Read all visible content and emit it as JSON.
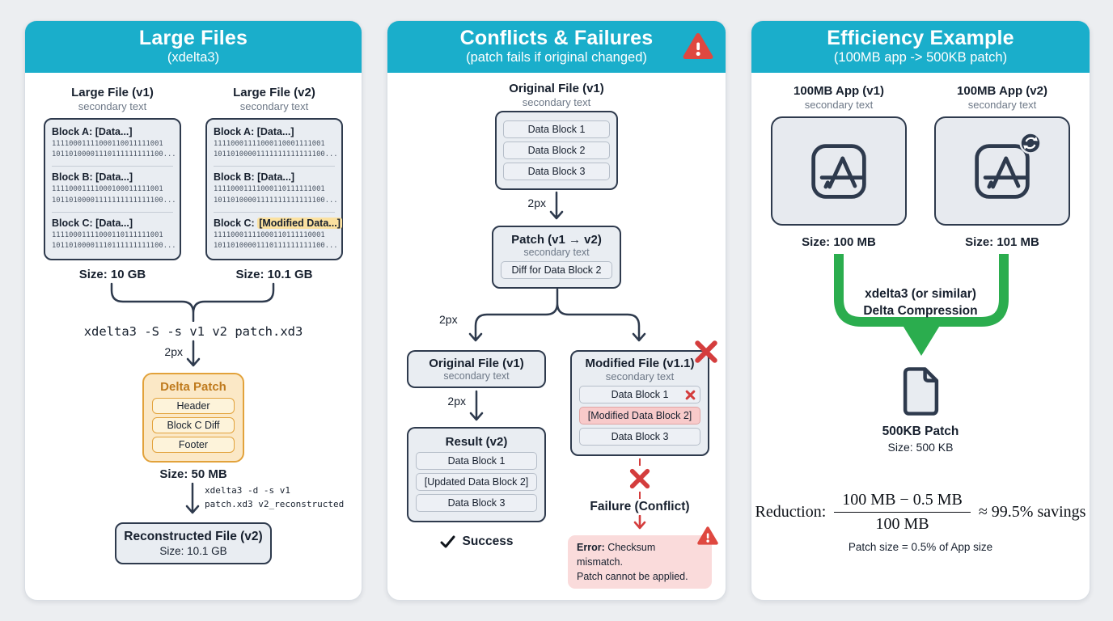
{
  "colors": {
    "header_teal": "#1aaecb",
    "accent_orange": "#e2a23b",
    "success_green": "#2bad4e",
    "error_red": "#d43d3d"
  },
  "large_files": {
    "title": "Large Files",
    "subtitle": "(xdelta3)",
    "file_v1": {
      "label": "Large File (v1)",
      "sublabel": "secondary text",
      "size": "Size: 10 GB",
      "blocks": [
        {
          "title": "Block A: [Data...]",
          "bin1": "11110001111000110011111001",
          "bin2": "10110100001110111111111100..."
        },
        {
          "title": "Block B: [Data...]",
          "bin1": "11110001111000100011111001",
          "bin2": "10110100001111111111111100..."
        },
        {
          "title": "Block C: [Data...]",
          "bin1": "11110001111000110111111001",
          "bin2": "10110100001110111111111100..."
        }
      ]
    },
    "file_v2": {
      "label": "Large File (v2)",
      "sublabel": "secondary text",
      "size": "Size: 10.1 GB",
      "blocks": [
        {
          "title": "Block A: [Data...]",
          "bin1": "11110001111000110001111001",
          "bin2": "10110100001111111111111100..."
        },
        {
          "title": "Block B: [Data...]",
          "bin1": "11110001111000110111111001",
          "bin2": "10110100001111111111111100..."
        },
        {
          "title_prefix": "Block C: ",
          "title_highlight": "[Modified Data...]",
          "bin1": "11110001111000110111110001",
          "bin2": "10110100001110111111111100..."
        }
      ]
    },
    "encode_command": "xdelta3 -S -s v1 v2 patch.xd3",
    "arrow_label": "2px",
    "delta_patch": {
      "title": "Delta Patch",
      "rows": [
        "Header",
        "Block C Diff",
        "Footer"
      ],
      "size": "Size: 50 MB"
    },
    "decode_command_line1": "xdelta3 -d -s v1",
    "decode_command_line2": "patch.xd3 v2_reconstructed",
    "reconstructed": {
      "title": "Reconstructed File (v2)",
      "size": "Size: 10.1 GB"
    }
  },
  "conflicts": {
    "title": "Conflicts & Failures",
    "subtitle": "(patch fails if original changed)",
    "source_label": "Original File (v1)",
    "source_sublabel": "secondary text",
    "source_rows": [
      "Data Block 1",
      "Data Block 2",
      "Data Block 3"
    ],
    "arrow1_label": "2px",
    "patch": {
      "title": "Patch (v1 → v2)",
      "sublabel": "secondary text",
      "row": "Diff for Data Block 2"
    },
    "branch_arrow_label": "2px",
    "original": {
      "title": "Original File (v1)",
      "sublabel": "secondary text"
    },
    "arrow2_label": "2px",
    "result": {
      "title": "Result (v2)",
      "rows": [
        "Data Block 1",
        "[Updated Data Block 2]",
        "Data Block 3"
      ]
    },
    "success_label": "Success",
    "modified": {
      "title": "Modified File (v1.1)",
      "sublabel": "secondary text",
      "rows": [
        "Data Block 1",
        "[Modified Data Block 2]",
        "Data Block 3"
      ]
    },
    "failure_label": "Failure (Conflict)",
    "error": {
      "bold": "Error:",
      "line1_rest": " Checksum mismatch.",
      "line2": "Patch cannot be applied."
    }
  },
  "efficiency": {
    "title": "Efficiency Example",
    "subtitle": "(100MB app -> 500KB patch)",
    "app_v1": {
      "label": "100MB App (v1)",
      "sublabel": "secondary text",
      "size": "Size: 100 MB"
    },
    "app_v2": {
      "label": "100MB App (v2)",
      "sublabel": "secondary text",
      "size": "Size: 101 MB"
    },
    "process_line1": "xdelta3 (or similar)",
    "process_line2": "Delta Compression",
    "patch_label": "500KB Patch",
    "patch_size": "Size: 500 KB",
    "formula": {
      "prefix": "Reduction:",
      "numerator": "100 MB − 0.5 MB",
      "denominator": "100 MB",
      "suffix": "≈ 99.5% savings"
    },
    "footnote": "Patch size = 0.5% of App size"
  }
}
